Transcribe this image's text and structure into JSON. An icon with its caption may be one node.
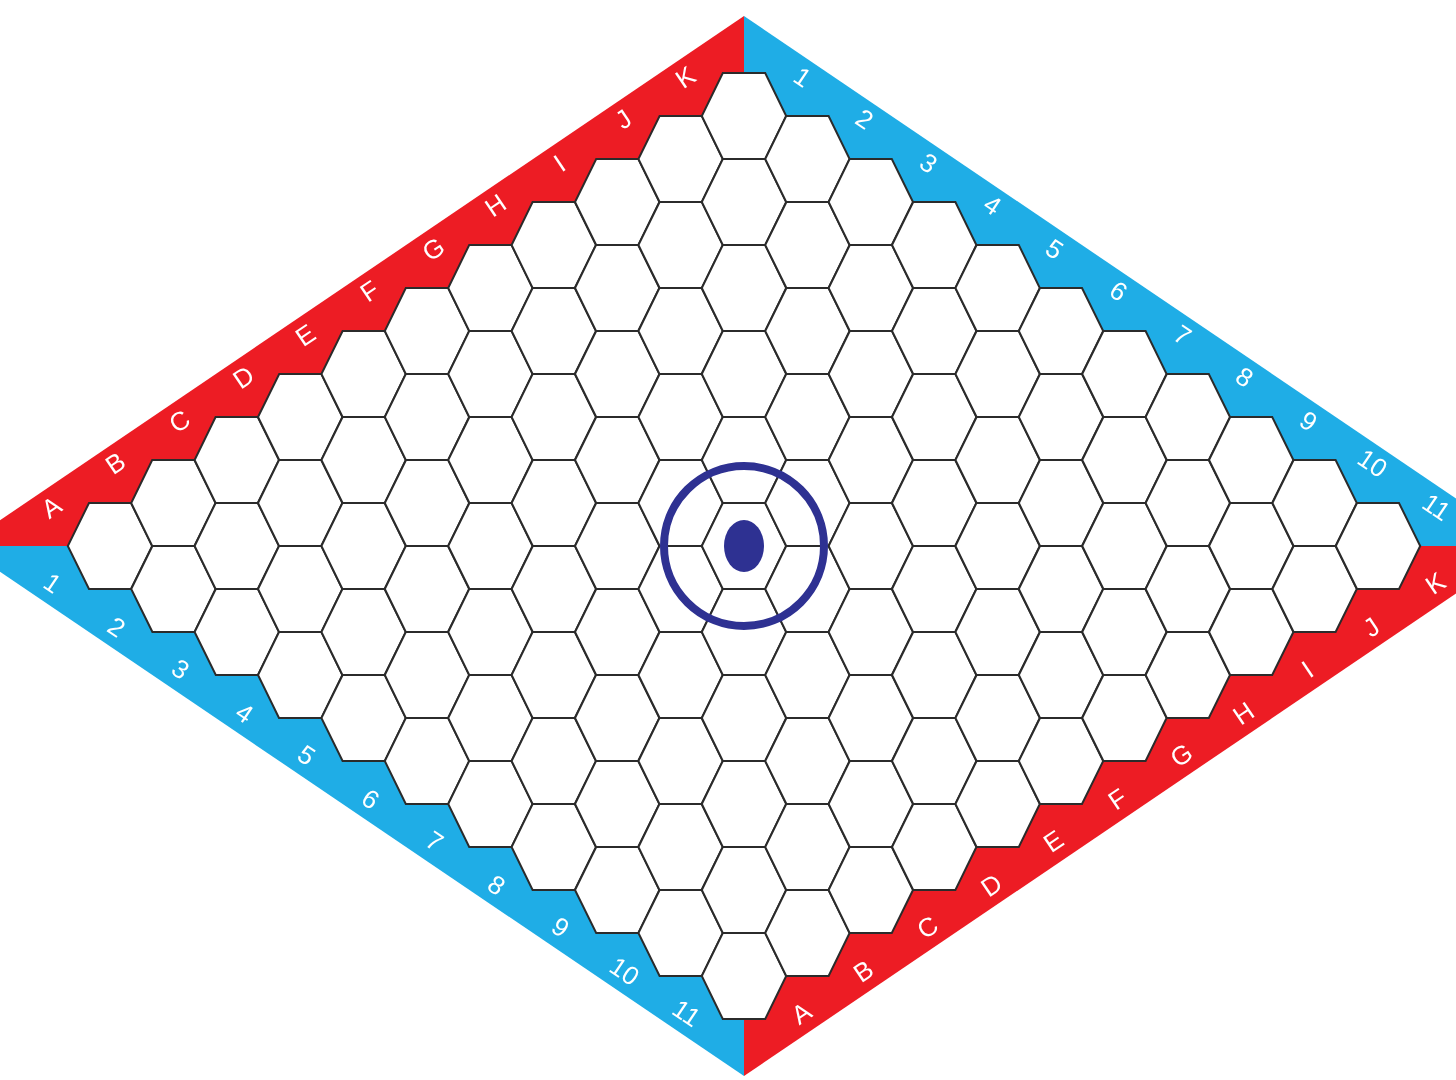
{
  "diagram": {
    "labels": [
      "A",
      "B",
      "C",
      "D",
      "E",
      "F",
      "G",
      "H",
      "I",
      "J",
      "K",
      "1",
      "2",
      "3",
      "4",
      "5",
      "6",
      "7",
      "8",
      "9",
      "10",
      "11",
      "1",
      "2",
      "3",
      "4",
      "5",
      "6",
      "7",
      "8",
      "9",
      "10",
      "11",
      "A",
      "B",
      "C",
      "D",
      "E",
      "F",
      "G",
      "H",
      "I",
      "J",
      "K"
    ]
  }
}
